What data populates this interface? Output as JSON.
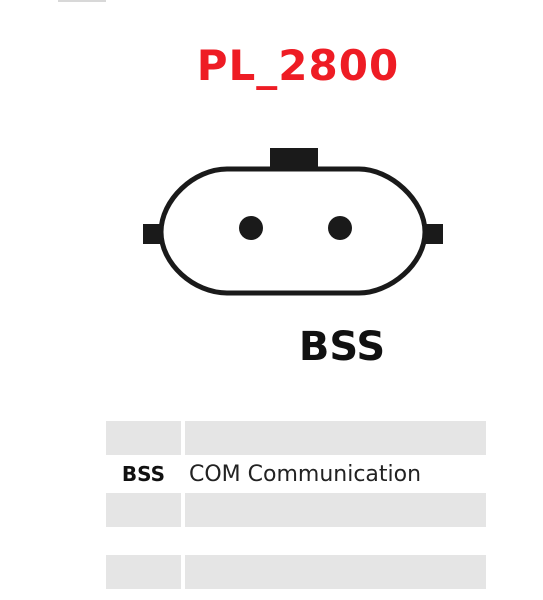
{
  "title": {
    "text": "PL_2800",
    "color": "#ee1c24"
  },
  "connector": {
    "pin_count": 2,
    "pin_label": "BSS",
    "outline_color": "#1a1a1a"
  },
  "pin_table": {
    "shaded_color": "#e5e5e5",
    "rows": [
      {
        "code": "",
        "description": "",
        "shaded": true
      },
      {
        "code": "BSS",
        "description": "COM Communication",
        "shaded": false
      },
      {
        "code": "",
        "description": "",
        "shaded": true
      },
      {
        "code": "",
        "description": "",
        "shaded": true
      }
    ]
  }
}
